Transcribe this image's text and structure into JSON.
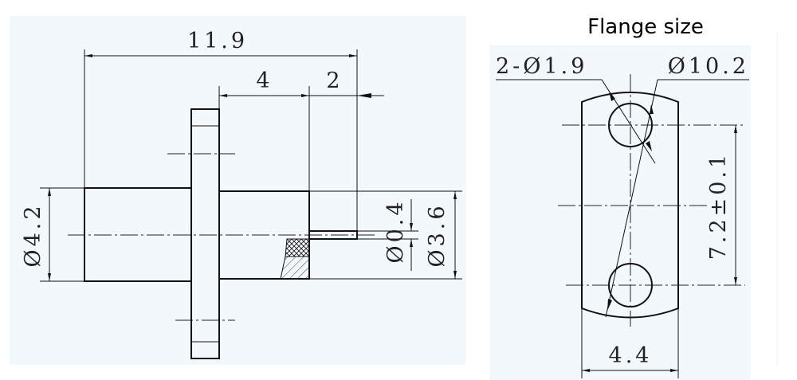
{
  "title": "Flange size",
  "side_view": {
    "overall_length": "11.9",
    "body_length": "4",
    "pin_length": "2",
    "rear_diameter": "Ø4.2",
    "front_diameter": "Ø3.6",
    "pin_diameter": "Ø0.4"
  },
  "flange_view": {
    "hole_callout": "2-Ø1.9",
    "flange_diameter": "Ø10.2",
    "hole_spacing": "7.2±0.1",
    "flange_width": "4.4"
  },
  "colors": {
    "panel_bg": "#f3f8fc",
    "line": "#111111"
  }
}
